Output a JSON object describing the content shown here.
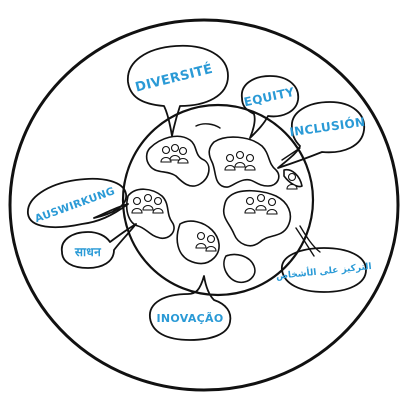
{
  "labels": {
    "diversite": "DIVERSITÉ",
    "equity": "EQUITY",
    "inclusion": "INCLUSIÓN",
    "auswirkung": "AUSWIRKUNG",
    "sadhan": "साधन",
    "arabic": "التركيز على الأشخاص",
    "inovacao": "INOVAÇÃO"
  },
  "colors": {
    "ink": "#111111",
    "label": "#2a9ad6",
    "background": "#ffffff"
  },
  "icons": [
    "globe-icon",
    "people-group-icon"
  ]
}
